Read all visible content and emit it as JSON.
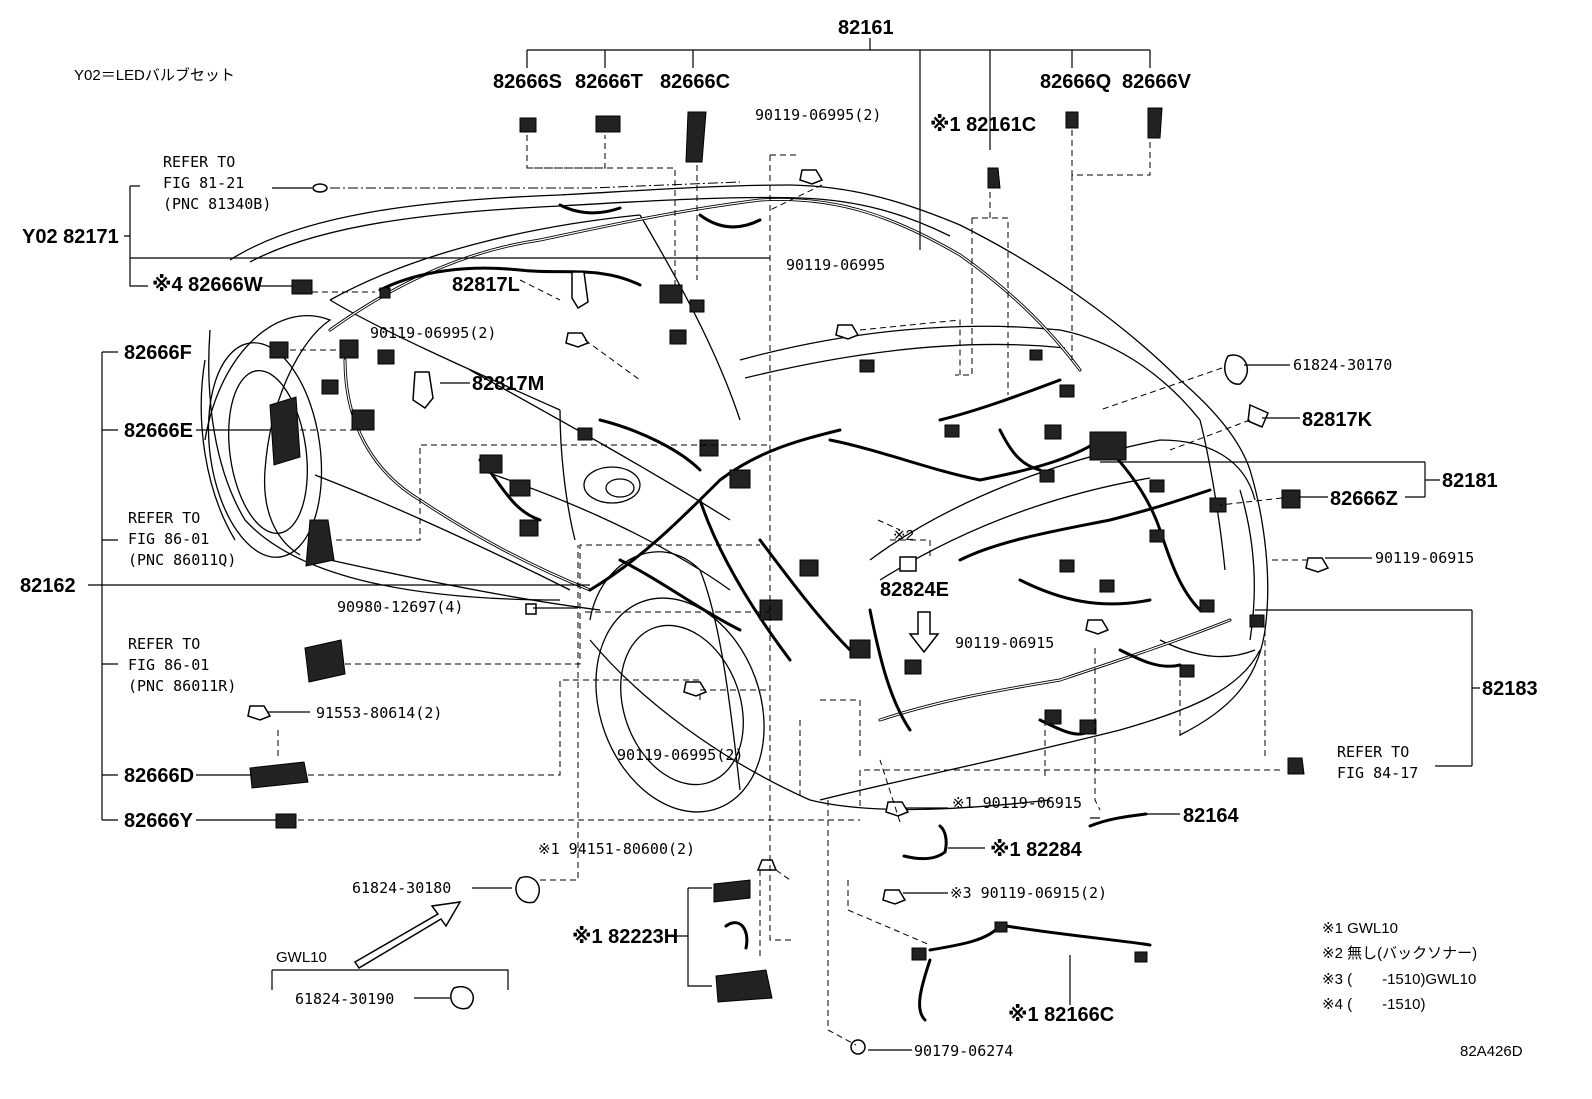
{
  "header": {
    "top_number": "82161",
    "variant_note": "Y02＝LEDバルブセット"
  },
  "labels": {
    "p82666S": "82666S",
    "p82666T": "82666T",
    "p82666C": "82666C",
    "p82666Q": "82666Q",
    "p82666V": "82666V",
    "p90119_06995_2_top": "90119-06995(2)",
    "p82161C": "※1 82161C",
    "refer_81_21": [
      "REFER TO",
      "FIG 81-21",
      "(PNC 81340B)"
    ],
    "y02_82171": "Y02 82171",
    "p82666W": "※4 82666W",
    "p82817L": "82817L",
    "p90119_06995_mid": "90119-06995",
    "p90119_06995_2_left": "90119-06995(2)",
    "p82666F": "82666F",
    "p82817M": "82817M",
    "p61824_30170": "61824-30170",
    "p82817K": "82817K",
    "p82666E": "82666E",
    "p82181": "82181",
    "p82666Z": "82666Z",
    "refer_86_01_q": [
      "REFER TO",
      "FIG 86-01",
      "(PNC 86011Q)"
    ],
    "note2_mark": "※2",
    "p82824E": "82824E",
    "p90119_06915_right": "90119-06915",
    "p82162": "82162",
    "p90980_12697": "90980-12697(4)",
    "p90119_06915_mid": "90119-06915",
    "refer_86_01_r": [
      "REFER TO",
      "FIG 86-01",
      "(PNC 86011R)"
    ],
    "p82183": "82183",
    "p91553_80614": "91553-80614(2)",
    "p90119_06995_2_bottom": "90119-06995(2)",
    "refer_84_17": [
      "REFER TO",
      "FIG 84-17"
    ],
    "p82666D": "82666D",
    "p90119_06915_note1": "※1 90119-06915",
    "p82666Y": "82666Y",
    "p82164": "82164",
    "p94151_80600": "※1 94151-80600(2)",
    "p82284": "※1 82284",
    "p61824_30180": "61824-30180",
    "p90119_06915_2": "※3 90119-06915(2)",
    "p82223H": "※1 82223H",
    "gwl10": "GWL10",
    "p61824_30190": "61824-30190",
    "p82166C": "※1 82166C",
    "p90179_06274": "90179-06274",
    "figure_code": "82A426D"
  },
  "notes": [
    "※1 GWL10",
    "※2 無し(バックソナー)",
    "※3 (　　-1510)GWL10",
    "※4 (　　-1510)"
  ]
}
